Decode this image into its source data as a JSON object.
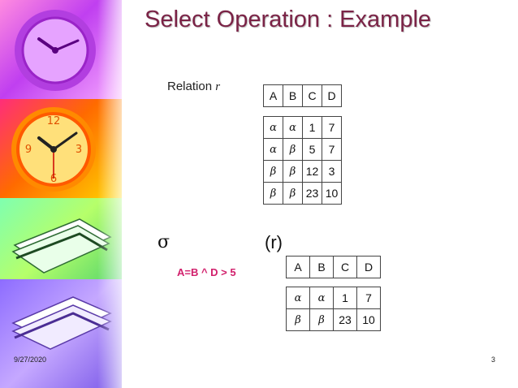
{
  "slide": {
    "title": "Select Operation : Example",
    "relation_label_prefix": "Relation ",
    "relation_name": "r",
    "relation": {
      "columns": [
        "A",
        "B",
        "C",
        "D"
      ],
      "rows": [
        [
          "α",
          "α",
          "1",
          "7"
        ],
        [
          "α",
          "β",
          "5",
          "7"
        ],
        [
          "β",
          "β",
          "12",
          "3"
        ],
        [
          "β",
          "β",
          "23",
          "10"
        ]
      ]
    },
    "operator_symbol": "σ",
    "operand": "(r)",
    "predicate": "A=B ^ D > 5",
    "result": {
      "columns": [
        "A",
        "B",
        "C",
        "D"
      ],
      "rows": [
        [
          "α",
          "α",
          "1",
          "7"
        ],
        [
          "β",
          "β",
          "23",
          "10"
        ]
      ]
    },
    "footer": {
      "date": "9/27/2020",
      "page_number": "3"
    }
  }
}
